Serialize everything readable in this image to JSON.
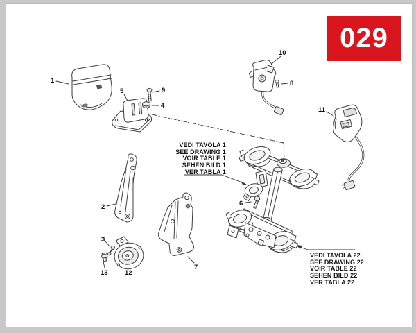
{
  "page": {
    "badge_text": "029"
  },
  "colors": {
    "badge_red": "#d9161d",
    "frame_gray": "#c8c8c8",
    "line_ink": "#3d3d3d",
    "text_ink": "#141414"
  },
  "notes": {
    "box1": {
      "lines": [
        "VEDI TAVOLA 1",
        "SEE DRAWING 1",
        "VOIR TABLE 1",
        "SEHEN BILD 1",
        "VER TABLA 1"
      ]
    },
    "box22": {
      "lines": [
        "VEDI TAVOLA 22",
        "SEE DRAWING 22",
        "VOIR TABLE 22",
        "SEHEN BILD 22",
        "VER TABLA 22"
      ]
    }
  },
  "part_callouts": [
    {
      "number": "1"
    },
    {
      "number": "2"
    },
    {
      "number": "3"
    },
    {
      "number": "4"
    },
    {
      "number": "5"
    },
    {
      "number": "6"
    },
    {
      "number": "7"
    },
    {
      "number": "8"
    },
    {
      "number": "9"
    },
    {
      "number": "10"
    },
    {
      "number": "11"
    },
    {
      "number": "12"
    },
    {
      "number": "13"
    }
  ]
}
